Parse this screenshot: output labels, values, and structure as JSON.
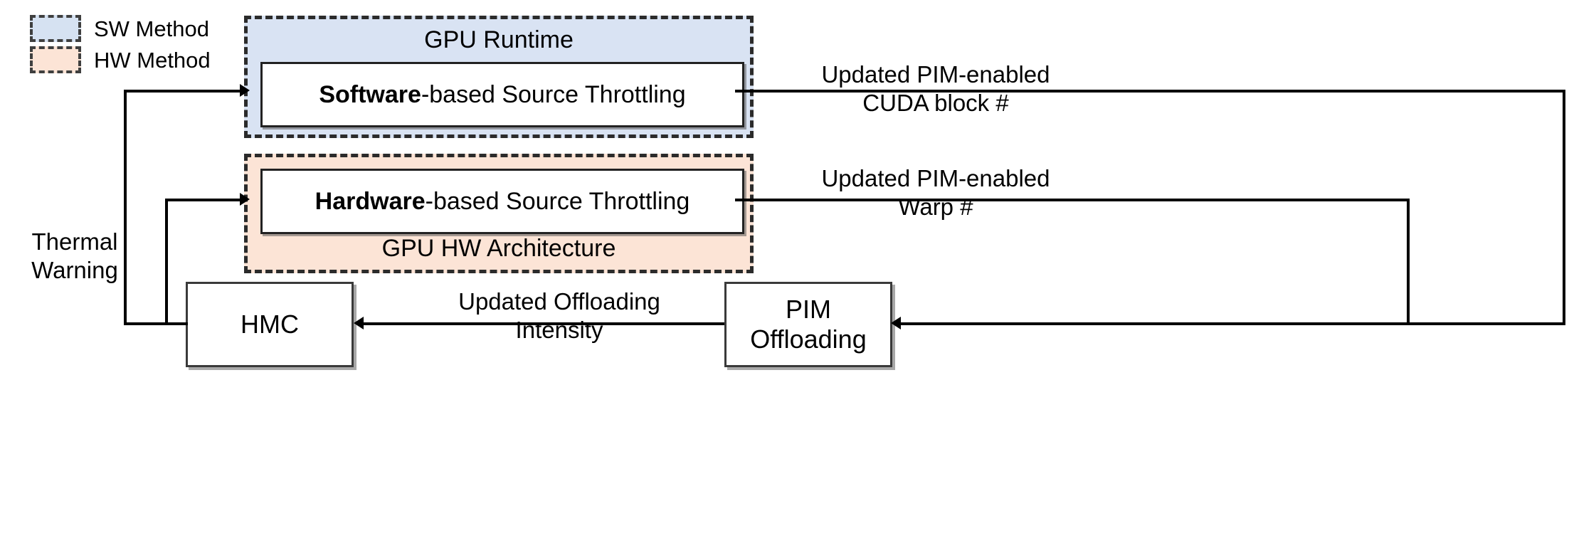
{
  "legend": {
    "items": [
      {
        "label": "SW Method",
        "color": "#d9e3f3",
        "swatch": "sw"
      },
      {
        "label": "HW Method",
        "color": "#fce4d6",
        "swatch": "hw"
      }
    ]
  },
  "groups": {
    "software": {
      "caption": "GPU Runtime",
      "fill": "#d9e3f3",
      "inner": {
        "emphasis": "Software",
        "rest": "-based Source Throttling"
      }
    },
    "hardware": {
      "caption": "GPU HW Architecture",
      "fill": "#fce4d6",
      "inner": {
        "emphasis": "Hardware",
        "rest": "-based Source Throttling"
      }
    }
  },
  "boxes": {
    "hmc": "HMC",
    "pim_offloading_line1": "PIM",
    "pim_offloading_line2": "Offloading"
  },
  "edges": {
    "thermal_warning_line1": "Thermal",
    "thermal_warning_line2": "Warning",
    "sw_out_line1": "Updated PIM-enabled",
    "sw_out_line2": "CUDA block #",
    "hw_out_line1": "Updated PIM-enabled",
    "hw_out_line2": "Warp #",
    "offload_line1": "Updated Offloading",
    "offload_line2": "Intensity"
  }
}
